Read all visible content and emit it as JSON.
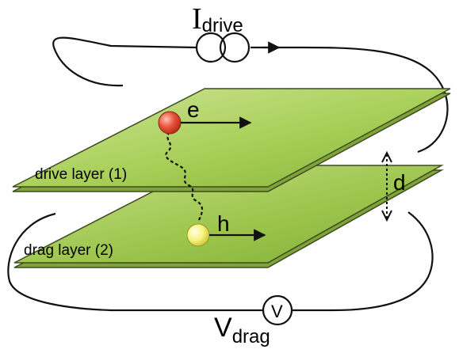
{
  "labels": {
    "current_symbol": "I",
    "current_subscript": "drive",
    "voltage_symbol": "V",
    "voltage_subscript": "drag",
    "voltmeter": "V",
    "electron": "e",
    "hole": "h",
    "separation": "d",
    "drive_layer": "drive layer (1)",
    "drag_layer": "drag layer (2)"
  },
  "colors": {
    "layer_top": "#a8cf58",
    "layer_edge": "#7ea336",
    "layer_outline": "#3f4a22",
    "electron": "#d9432f",
    "hole": "#f2f07a",
    "wire": "#111111"
  },
  "icons": {
    "current_source": "current-source-icon",
    "voltmeter": "voltmeter-icon"
  }
}
